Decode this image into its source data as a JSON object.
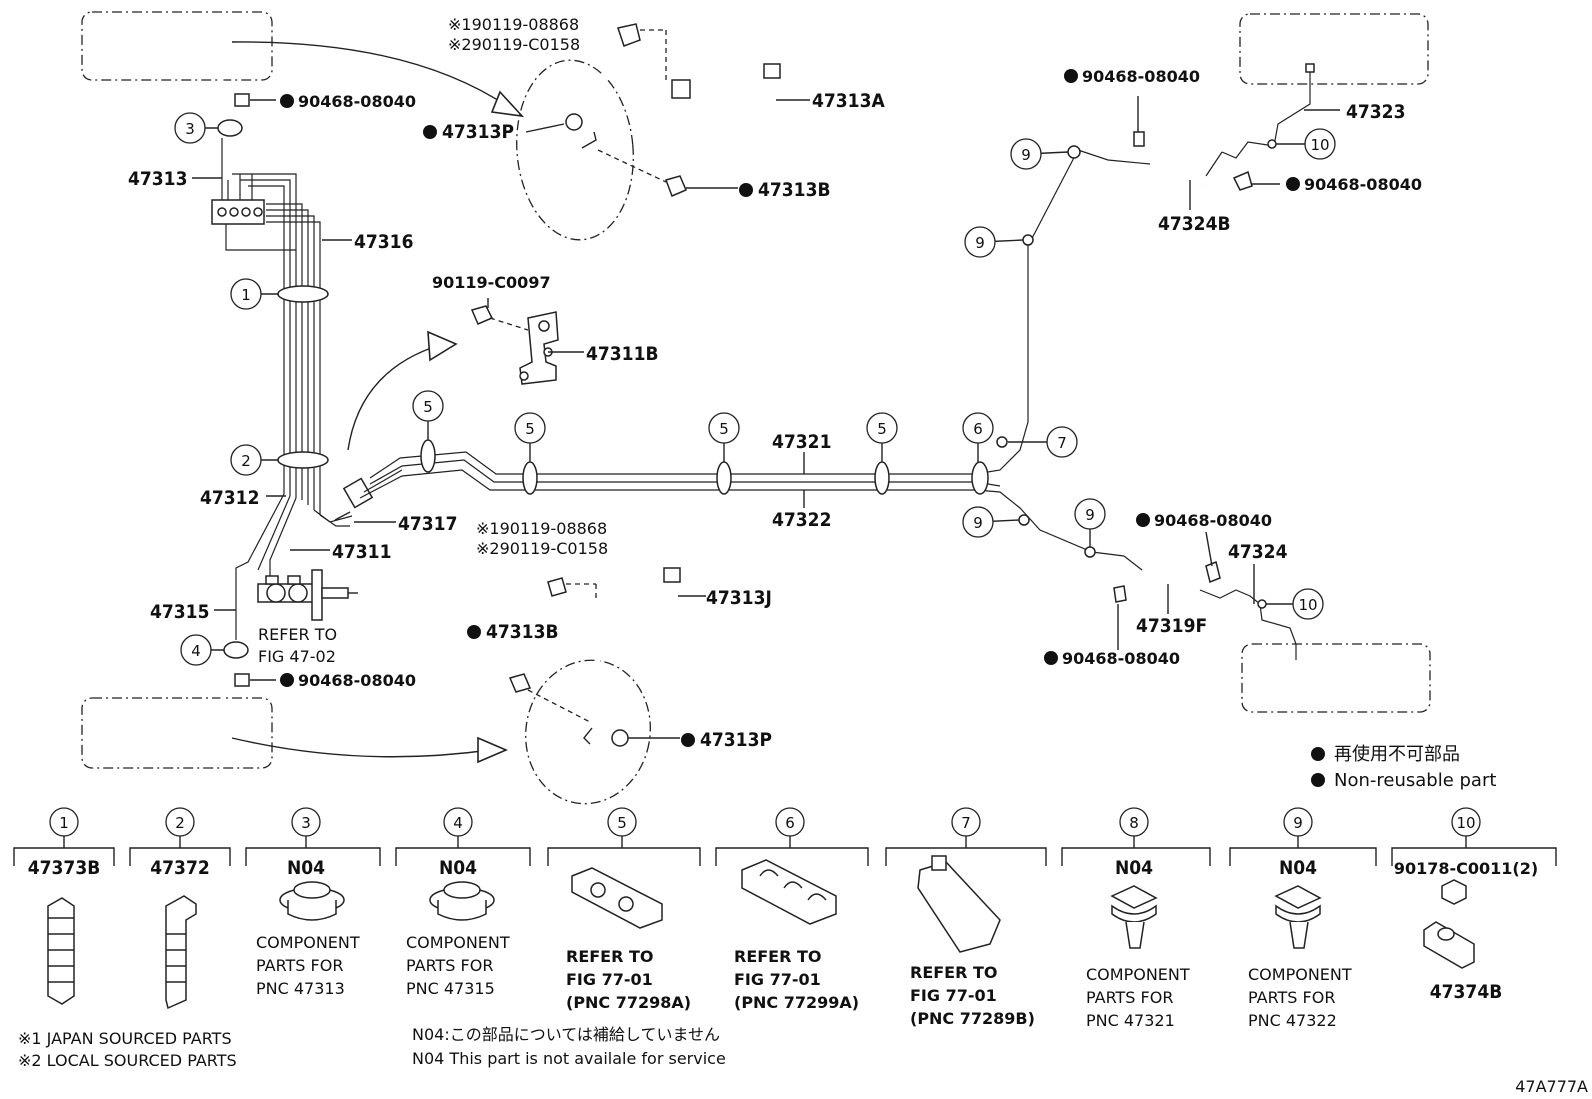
{
  "main_diagram": {
    "callouts": [
      "1",
      "2",
      "3",
      "4",
      "5",
      "5",
      "5",
      "5",
      "5",
      "6",
      "7",
      "9",
      "9",
      "9",
      "9",
      "10",
      "10"
    ],
    "part_numbers": {
      "p47313A": "47313A",
      "p47313P_top": "47313P",
      "p47313B_top": "47313B",
      "p47313": "47313",
      "p47316": "47316",
      "p90119_C0097": "90119-C0097",
      "p47311B": "47311B",
      "p47312": "47312",
      "p47317": "47317",
      "p47311": "47311",
      "p47315": "47315",
      "p47321": "47321",
      "p47322": "47322",
      "p47313J": "47313J",
      "p47313B_bot": "47313B",
      "p47313P_bot": "47313P",
      "p47323": "47323",
      "p47324B": "47324B",
      "p47324": "47324",
      "p47319F": "47319F",
      "bolt_top_1": "※190119-08868",
      "bolt_top_2": "※290119-C0158",
      "bolt_bot_1": "※190119-08868",
      "bolt_bot_2": "※290119-C0158",
      "clip_a": "90468-08040",
      "clip_b": "90468-08040",
      "clip_c": "90468-08040",
      "clip_d": "90468-08040",
      "clip_e": "90468-08040",
      "clip_f": "90468-08040"
    },
    "refer_note_1": "REFER TO",
    "refer_note_2": "FIG 47-02"
  },
  "legend": {
    "jp": "再使用不可部品",
    "en": "Non-reusable part"
  },
  "bottom_row": [
    {
      "num": "1",
      "part": "47373B",
      "desc": []
    },
    {
      "num": "2",
      "part": "47372",
      "desc": []
    },
    {
      "num": "3",
      "part": "N04",
      "desc": [
        "COMPONENT",
        "PARTS FOR",
        "PNC 47313"
      ]
    },
    {
      "num": "4",
      "part": "N04",
      "desc": [
        "COMPONENT",
        "PARTS FOR",
        "PNC 47315"
      ]
    },
    {
      "num": "5",
      "part": "",
      "desc": [
        "REFER TO",
        "FIG 77-01",
        "(PNC 77298A)"
      ]
    },
    {
      "num": "6",
      "part": "",
      "desc": [
        "REFER TO",
        "FIG 77-01",
        "(PNC 77299A)"
      ]
    },
    {
      "num": "7",
      "part": "",
      "desc": [
        "REFER TO",
        "FIG 77-01",
        "(PNC 77289B)"
      ]
    },
    {
      "num": "8",
      "part": "N04",
      "desc": [
        "COMPONENT",
        "PARTS FOR",
        "PNC 47321"
      ]
    },
    {
      "num": "9",
      "part": "N04",
      "desc": [
        "COMPONENT",
        "PARTS FOR",
        "PNC 47322"
      ]
    },
    {
      "num": "10",
      "part": "90178-C0011(2)",
      "desc": [],
      "sub": "47374B"
    }
  ],
  "footnotes": {
    "japan": "※1 JAPAN SOURCED PARTS",
    "local": "※2 LOCAL SOURCED PARTS",
    "n04_jp": "N04:この部品については補給していません",
    "n04_en": "N04  This part is not availale for service"
  },
  "figure_id": "47A777A"
}
